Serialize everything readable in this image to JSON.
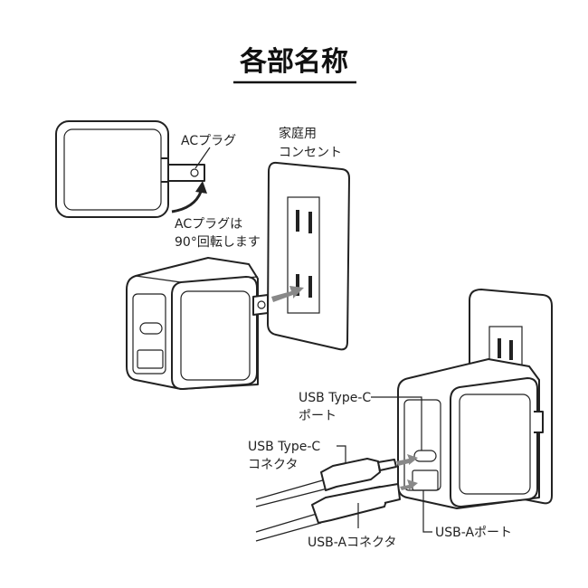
{
  "title": "各部名称",
  "labels": {
    "ac_plug": "ACプラグ",
    "outlet_line1": "家庭用",
    "outlet_line2": "コンセント",
    "rotate_line1": "ACプラグは",
    "rotate_line2": "90°回転します",
    "typec_port_line1": "USB Type-C",
    "typec_port_line2": "ポート",
    "typec_conn_line1": "USB Type-C",
    "typec_conn_line2": "コネクタ",
    "usba_conn": "USB-Aコネクタ",
    "usba_port": "USB-Aポート"
  },
  "colors": {
    "line": "#222222",
    "arrow": "#888888"
  }
}
